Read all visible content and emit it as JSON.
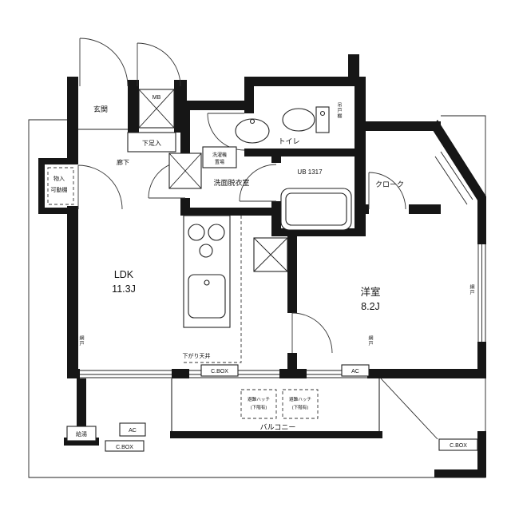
{
  "plan": {
    "rooms": {
      "genkan": "玄関",
      "mb": "MB",
      "shoebox": "下足入",
      "hallway": "廊下",
      "storage1": "物入",
      "storage2": "可動棚",
      "washer1": "洗濯機",
      "washer2": "置場",
      "washroom": "洗面脱衣室",
      "toilet": "トイレ",
      "hanging_cabinet": "吊戸棚",
      "bath": "UB 1317",
      "closet": "クローク",
      "ldk1": "LDK",
      "ldk2": "11.3J",
      "western1": "洋室",
      "western2": "8.2J",
      "dropped_ceiling": "下がり天井",
      "balcony": "バルコニー"
    },
    "annotations": {
      "hatch_a1": "避難ハッチ",
      "hatch_a2": "(下階有)",
      "hatch_b1": "避難ハッチ",
      "hatch_b2": "(下階有)",
      "cbox_balcony": "C.BOX",
      "cbox_left": "C.BOX",
      "cbox_right": "C.BOX",
      "ac_balcony": "AC",
      "ac_left": "AC",
      "water_heater": "給湯",
      "screen_left": "網戸",
      "screen_mid": "網戸",
      "screen_right": "網戸"
    },
    "colors": {
      "wall": "#161616",
      "line": "#222222"
    }
  }
}
